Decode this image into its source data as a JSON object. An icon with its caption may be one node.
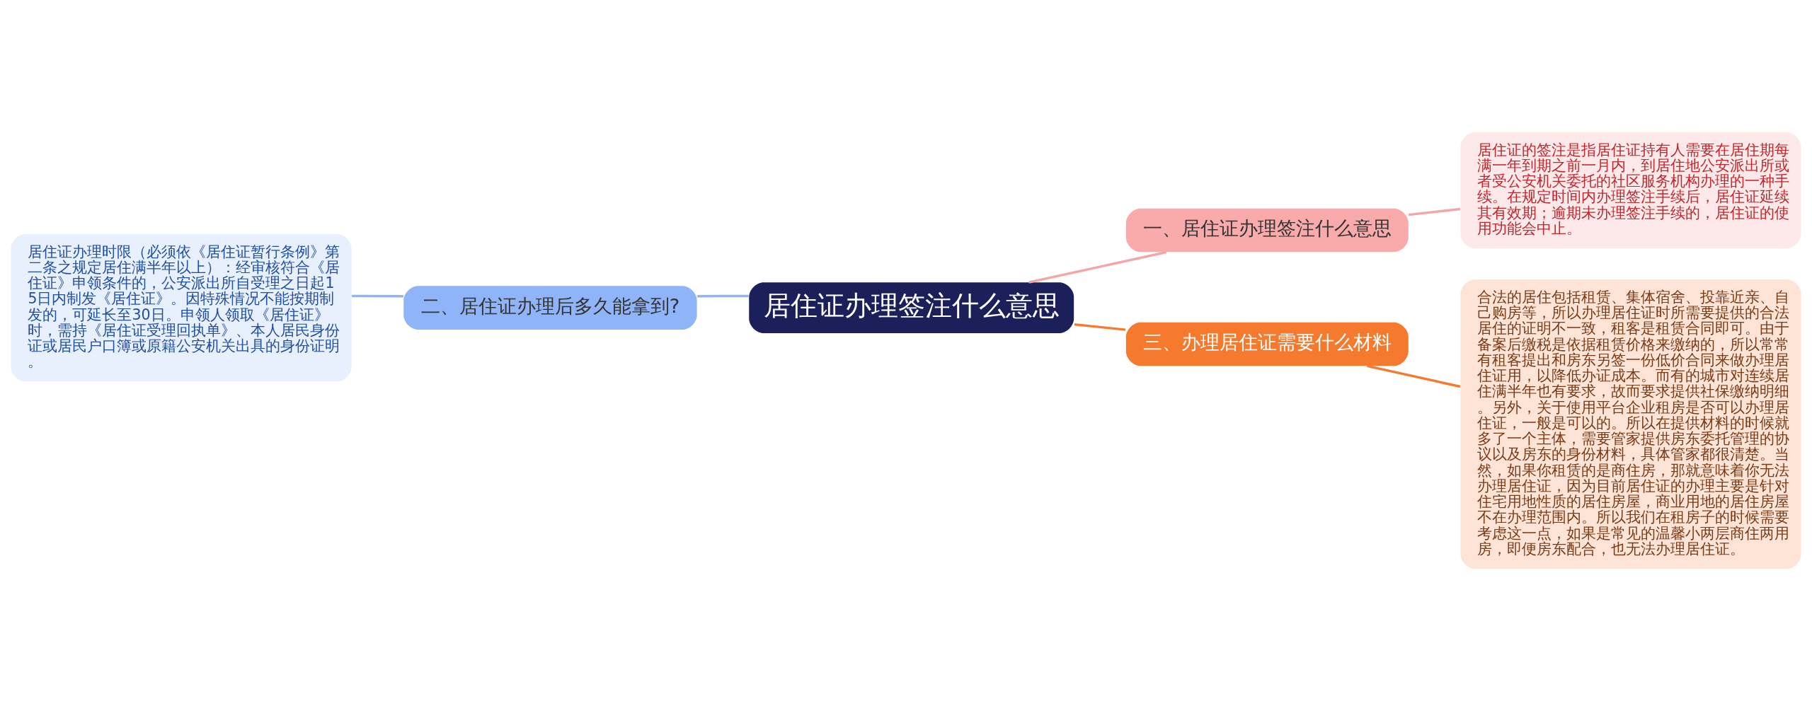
{
  "diagram": {
    "nodes": [
      {
        "text": [
          "居住证办理签注什么意思"
        ]
      },
      {
        "text": [
          "一、居住证办理签注什么意思"
        ]
      },
      {
        "text": [
          "居住证的签注是指居住证持有人需要在居住期每满一年到期之前一月内，到居住地公安派出所或者受公安机关委托的社区服务机构办理的一种手续。在规定时间内办理签注手续后，居住证延续其有效期；逾期未办理签注手续的，居住证的使用功能会中止。"
        ]
      },
      {
        "text": [
          "二、居住证办理后多久能拿到?"
        ]
      },
      {
        "text": [
          "居住证办理时限（必须依《居住证暂行条例》第二条之规定居住满半年以上）：经审核符合《居住证》申领条件的，公安派出所自受理之日起15日内制发《居住证》。因特殊情况不能按期制发的，可延长至30日。申领人领取《居住证》时，需持《居住证受理回执单》、本人居民身份证或居民户口簿或原籍公安机关出具的身份证明。"
        ]
      },
      {
        "text": [
          "三、办理居住证需要什么材料"
        ]
      },
      {
        "text": [
          "合法的居住包括租赁、集体宿舍、投靠近亲、自己购房等，所以办理居住证时所需要提供的合法居住的证明不一致，租客是租赁合同即可。由于备案后缴税是依据租赁价格来缴纳的，所以常常有租客提出和房东另签一份低价合同来做办理居住证用，以降低办证成本。而有的城市对连续居住满半年也有要求，故而要求提供社保缴纳明细。另外，关于使用平台企业租房是否可以办理居住证，一般是可以的。所以在提供材料的时候就多了一个主体，需要管家提供房东委托管理的协议以及房东的身份材料，具体管家都很清楚。当然，如果你租赁的是商住房，那就意味着你无法办理居住证，因为目前居住证的办理主要是针对住宅用地性质的居住房屋，商业用地的居住房屋不在办理范围内。所以我们在租房子的时候需要考虑这一点，如果是常见的温馨小两层商住两用房，即便房东配合，也无法办理居住证。"
        ]
      }
    ],
    "edges": [
      {
        "from": 0,
        "to": 1,
        "arrow": "none",
        "color": "#f4a6a6"
      },
      {
        "from": 1,
        "to": 2,
        "arrow": "none",
        "color": "#f4a6a6"
      },
      {
        "from": 0,
        "to": 3,
        "arrow": "none",
        "color": "#8fb4f7"
      },
      {
        "from": 3,
        "to": 4,
        "arrow": "none",
        "color": "#8fb4f7"
      },
      {
        "from": 0,
        "to": 5,
        "arrow": "none",
        "color": "#f57a2e"
      },
      {
        "from": 5,
        "to": 6,
        "arrow": "none",
        "color": "#f57a2e"
      }
    ]
  }
}
